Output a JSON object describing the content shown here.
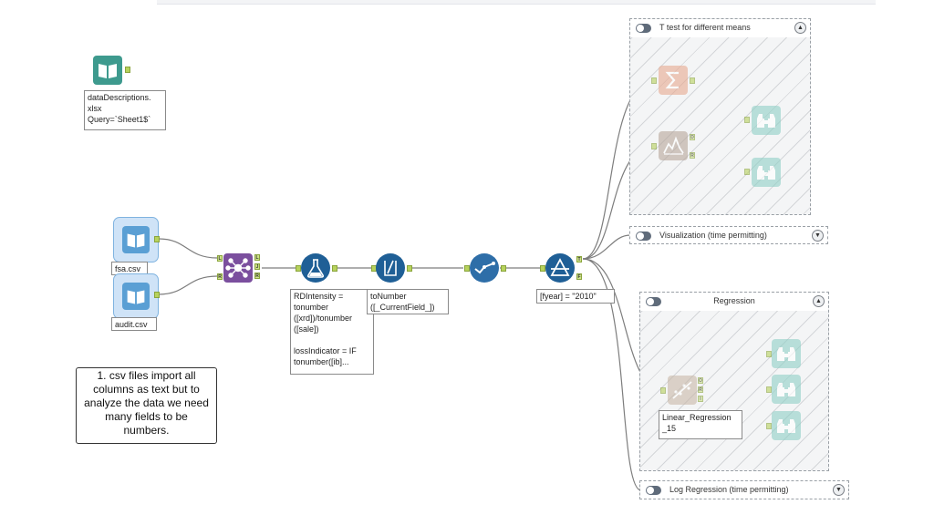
{
  "canvas": {
    "background": "#ffffff"
  },
  "colors": {
    "input": "#5a9fd4",
    "join": "#7b4f9e",
    "formula": "#1f5f96",
    "select": "#2e6ea8",
    "summarize": "#e8a98f",
    "test": "#b7a69a",
    "browse": "#8fd0c6",
    "anchor": "#b7d25c"
  },
  "tools": [
    {
      "id": "data-descriptions",
      "icon": "book-icon",
      "annotation": "dataDescriptions.\nxlsx\nQuery=`Sheet1$`"
    },
    {
      "id": "fsa-input",
      "icon": "book-icon",
      "annotation": "fsa.csv"
    },
    {
      "id": "audit-input",
      "icon": "book-icon",
      "annotation": "audit.csv"
    },
    {
      "id": "join",
      "icon": "join-icon",
      "anchors": [
        "L",
        "R",
        "L",
        "J",
        "R"
      ]
    },
    {
      "id": "formula",
      "icon": "flask-icon",
      "annotation": "RDIntensity =\ntonumber\n([xrd])/tonumber\n([sale])\n\nlossIndicator = IF\ntonumber([ib]..."
    },
    {
      "id": "multi-field-formula",
      "icon": "multi-formula-icon",
      "annotation": "toNumber\n([_CurrentField_])"
    },
    {
      "id": "select",
      "icon": "check-icon"
    },
    {
      "id": "filter",
      "icon": "filter-icon",
      "anchors": [
        "T",
        "F"
      ],
      "annotation": "[fyear] = \"2010\""
    },
    {
      "id": "summarize",
      "icon": "sigma-icon"
    },
    {
      "id": "t-test",
      "icon": "chart-icon",
      "anchors": [
        "D",
        "R"
      ]
    },
    {
      "id": "browse-d",
      "icon": "binoculars-icon"
    },
    {
      "id": "browse-r",
      "icon": "binoculars-icon"
    },
    {
      "id": "linear-regression",
      "icon": "regression-icon",
      "anchors": [
        "O",
        "R",
        "I"
      ],
      "annotation": "Linear_Regression\n_15"
    },
    {
      "id": "browse-o",
      "icon": "binoculars-icon"
    },
    {
      "id": "browse-rr",
      "icon": "binoculars-icon"
    },
    {
      "id": "browse-i",
      "icon": "binoculars-icon"
    }
  ],
  "containers": {
    "ttest": {
      "title": "T test for different means"
    },
    "visualization": {
      "title": "Visualization (time permitting)"
    },
    "regression": {
      "title": "Regression"
    },
    "logreg": {
      "title": "Log Regression (time permitting)"
    }
  },
  "comment": {
    "text": "1. csv files import all columns as text but to analyze the data we need many fields to be numbers."
  }
}
